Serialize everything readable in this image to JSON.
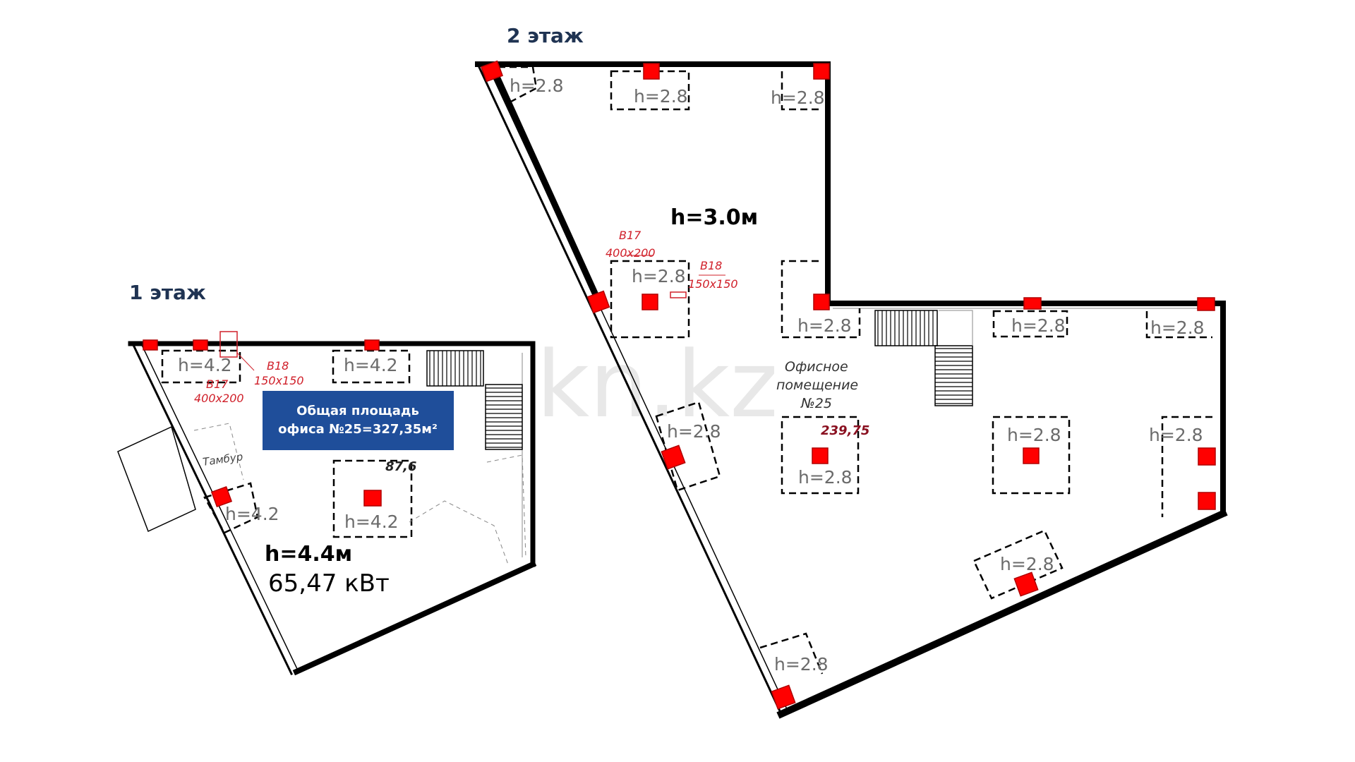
{
  "floor1": {
    "title": "1 этаж",
    "height_main": "h=4.4м",
    "power": "65,47 кВт",
    "h_labels": [
      "h=4.2",
      "h=4.2",
      "h=4.2",
      "h=4.2"
    ],
    "vent_b18": "B18",
    "vent_b18_size": "150x150",
    "vent_b17": "B17",
    "vent_b17_size": "400x200",
    "tambur": "Тамбур",
    "area_value": "87,6"
  },
  "badge": {
    "line1": "Общая площадь",
    "line2": "офиса №25=327,35м²",
    "color": "#1f4e9a"
  },
  "floor2": {
    "title": "2 этаж",
    "height_main": "h=3.0м",
    "h_labels": [
      "h=2.8",
      "h=2.8",
      "h=2.8",
      "h=2.8",
      "h=2.8",
      "h=2.8",
      "h=2.8",
      "h=2.8",
      "h=2.8",
      "h=2.8",
      "h=2.8",
      "h=2.8",
      "h=2.8"
    ],
    "vent_b17": "B17",
    "vent_b17_size": "400x200",
    "vent_b18": "B18",
    "vent_b18_size": "150x150",
    "room_line1": "Офисное",
    "room_line2": "помещение",
    "room_line3": "№25",
    "area_value": "239,75"
  },
  "colors": {
    "column": "#ff0000",
    "title": "#1f3352",
    "wall": "#000000"
  }
}
